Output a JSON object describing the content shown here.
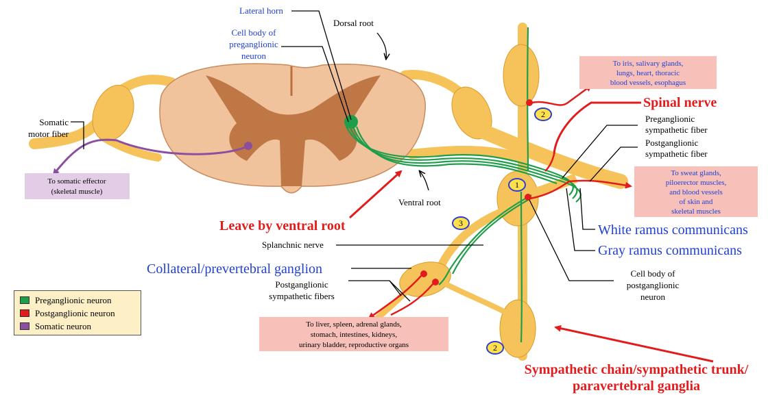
{
  "labels": {
    "lateral_horn": "Lateral horn",
    "dorsal_root": "Dorsal root",
    "cell_body_pre": [
      "Cell body of",
      "preganglionic",
      "neuron"
    ],
    "somatic_motor": [
      "Somatic",
      "motor fiber"
    ],
    "somatic_effector": [
      "To somatic effector",
      "(skeletal muscle)"
    ],
    "ventral_root": "Ventral root",
    "leave_ventral": "Leave by ventral root",
    "splanchnic": "Splanchnic nerve",
    "collateral": "Collateral/prevertebral ganglion",
    "postgang_fibers": [
      "Postganglionic",
      "sympathetic fibers"
    ],
    "target_viscera": [
      "To liver, spleen, adrenal glands,",
      "stomach, intestines, kidneys,",
      "urinary bladder, reproductive organs"
    ],
    "target_iris": [
      "To iris, salivary glands,",
      "lungs, heart, thoracic",
      "blood vessels, esophagus"
    ],
    "spinal_nerve": "Spinal nerve",
    "pre_fiber": [
      "Preganglionic",
      "sympathetic fiber"
    ],
    "post_fiber": [
      "Postganglionic",
      "sympathetic fiber"
    ],
    "target_sweat": [
      "To sweat glands,",
      "piloerector muscles,",
      "and blood vessels",
      "of skin and",
      "skeletal muscles"
    ],
    "white_ramus": "White ramus communicans",
    "gray_ramus": "Gray ramus communicans",
    "cell_body_post": [
      "Cell body of",
      "postganglionic",
      "neuron"
    ],
    "chain": [
      "Sympathetic chain/sympathetic trunk/",
      "paravertebral ganglia"
    ]
  },
  "markers": {
    "m1": "1",
    "m2a": "2",
    "m2b": "2",
    "m3": "3"
  },
  "legend": [
    {
      "label": "Preganglionic neuron",
      "color": "#1e9e4a"
    },
    {
      "label": "Postganglionic neuron",
      "color": "#e21c1c"
    },
    {
      "label": "Somatic neuron",
      "color": "#8b4f9e"
    }
  ],
  "colors": {
    "nerve": "#f6c35b",
    "nerve_edge": "#d99a2b",
    "cord": "#f0c39d",
    "gray_matter": "#b9703c",
    "pre": "#1e9e4a",
    "post": "#e21c1c",
    "somatic": "#8b4f9e",
    "target_box": "#f7c0b8",
    "effector_box": "#e3cde6"
  }
}
